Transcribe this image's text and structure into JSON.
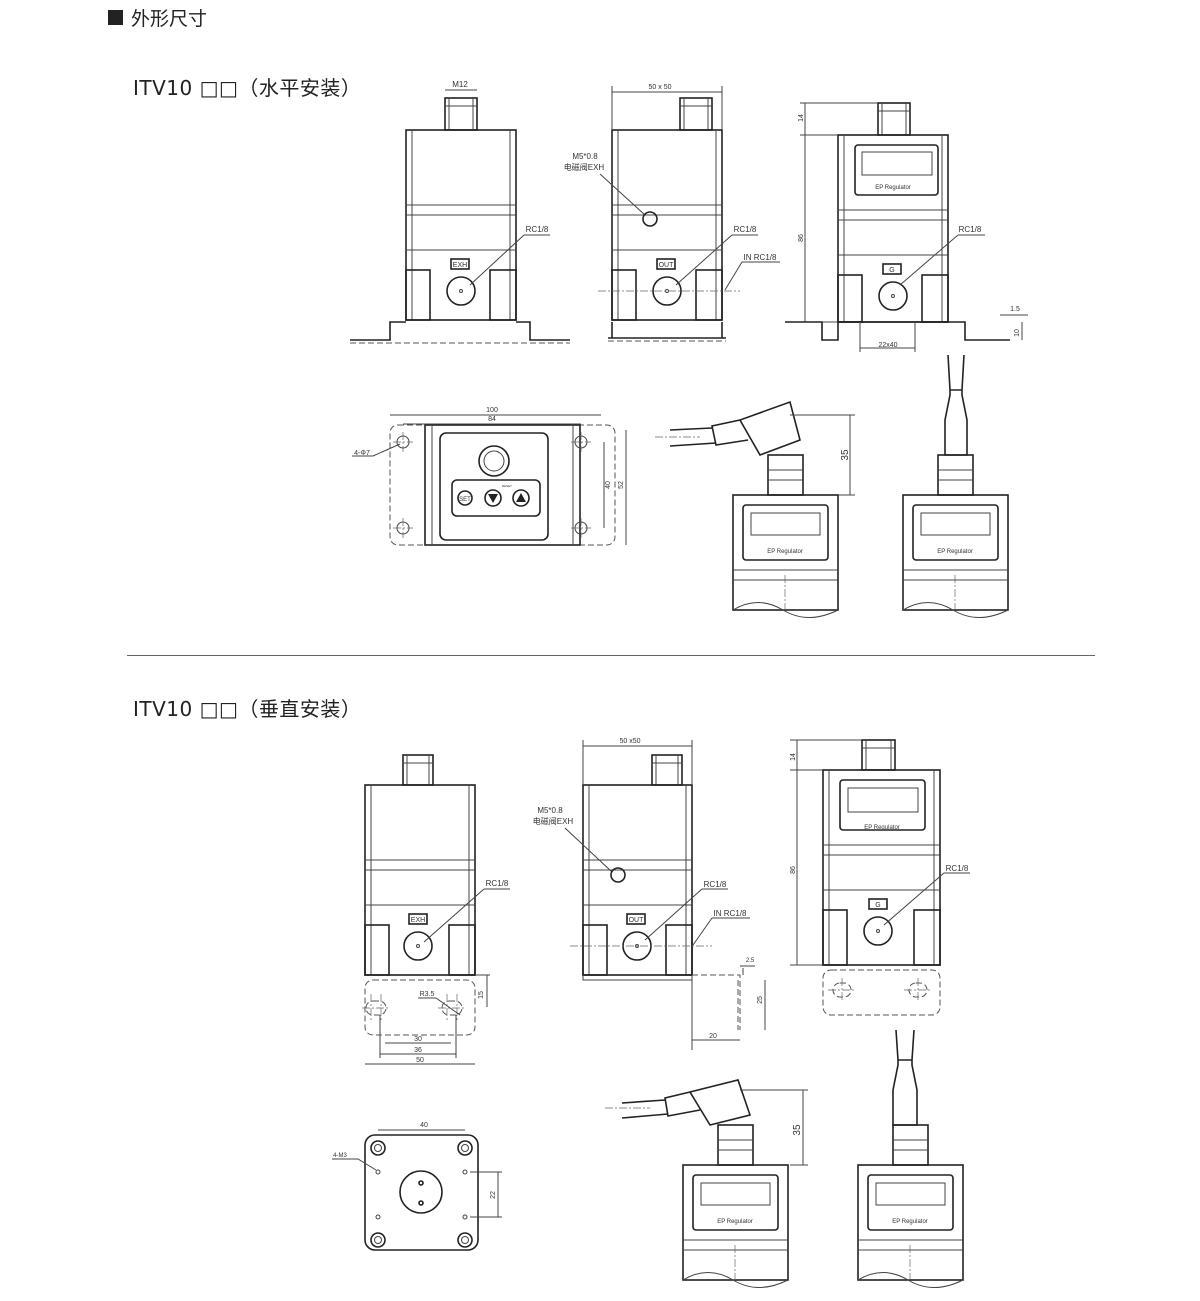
{
  "header": {
    "title": "外形尺寸"
  },
  "sections": [
    {
      "title": "ITV10 □□（水平安装）"
    },
    {
      "title": "ITV10 □□（垂直安装）"
    }
  ],
  "horizontal": {
    "exh_view": {
      "m12": "M12",
      "port": "RC1/8",
      "label": "EXH"
    },
    "out_view": {
      "width": "50 x 50",
      "m5": "M5*0.8",
      "valve": "电磁阀EXH",
      "port": "RC1/8",
      "in": "IN  RC1/8",
      "label": "OUT"
    },
    "g_view": {
      "h14": "14",
      "h86": "86",
      "port": "RC1/8",
      "label": "G",
      "brand": "EP Regulator",
      "t15": "1.5",
      "t10": "10",
      "pitch": "22x40"
    },
    "top_view": {
      "w100": "100",
      "w84": "84",
      "holes": "4-Φ7",
      "h40": "40",
      "h52": "52",
      "set": "SET",
      "reset": "RESET"
    },
    "cable_views": {
      "h35": "35",
      "brand": "EP Regulator"
    }
  },
  "vertical": {
    "exh_view": {
      "port": "RC1/8",
      "label": "EXH",
      "r35": "R3.5",
      "h15": "15",
      "w30": "30",
      "w36": "36",
      "w50": "50"
    },
    "out_view": {
      "width": "50 x50",
      "m5": "M5*0.8",
      "valve": "电磁阀EXH",
      "port": "RC1/8",
      "in": "IN  RC1/8",
      "label": "OUT",
      "t25": "2.5",
      "h25": "25",
      "w20": "20"
    },
    "g_view": {
      "h14": "14",
      "h86": "86",
      "port": "RC1/8",
      "label": "G",
      "brand": "EP Regulator"
    },
    "flange_view": {
      "w40": "40",
      "holes": "4-M3",
      "h22": "22"
    },
    "cable_views": {
      "h35": "35",
      "brand": "EP Regulator"
    }
  }
}
